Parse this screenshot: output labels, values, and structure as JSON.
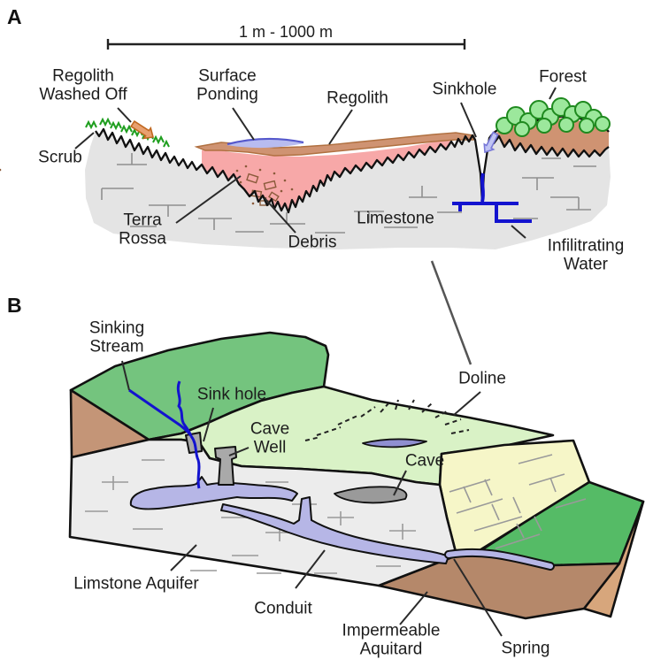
{
  "figure_type": "karst-landscape-diagram",
  "panel_a": {
    "label": "A",
    "scale_bar_label": "1 m - 1000 m",
    "annotations": {
      "regolith_washed_off": "Regolith\nWashed Off",
      "scrub": "Scrub",
      "surface_ponding": "Surface\nPonding",
      "regolith": "Regolith",
      "sinkhole": "Sinkhole",
      "forest": "Forest",
      "terra_rossa": "Terra\nRossa",
      "debris": "Debris",
      "limestone": "Limestone",
      "infiltrating_water": "Infilitrating\nWater"
    }
  },
  "panel_b": {
    "label": "B",
    "annotations": {
      "sinking_stream": "Sinking\nStream",
      "sink_hole": "Sink hole",
      "cave_well": "Cave\nWell",
      "doline": "Doline",
      "cave": "Cave",
      "limestone_aquifer": "Limstone Aquifer",
      "conduit": "Conduit",
      "impermeable_aquitard": "Impermeable\nAquitard",
      "spring": "Spring"
    }
  },
  "colors": {
    "limestone_gray": "#e4e4e4",
    "front_face_gray": "#ececec",
    "terra_rossa_pink": "#f7a8a8",
    "regolith_brown": "#cf9372",
    "ponding_blue": "#b8bcf0",
    "water_blue": "#1313cf",
    "conduit_purple": "#b6b6e6",
    "pond_purple": "#8f8fd0",
    "plateau_green": "#74c47e",
    "terrace_green": "#d9f2c6",
    "valley_green": "#55bb66",
    "slope_yellow": "#f6f6c8",
    "aquitard_brown": "#b5886a",
    "aquitard_brown_light": "#d7a67c",
    "side_brown": "#c49577",
    "forest_green": "#9ce89c",
    "well_gray": "#a9a9a9",
    "cave_gray": "#9a9a9a",
    "arrow_orange": "#e8a070",
    "arrow_lavender": "#c0c4f4"
  }
}
